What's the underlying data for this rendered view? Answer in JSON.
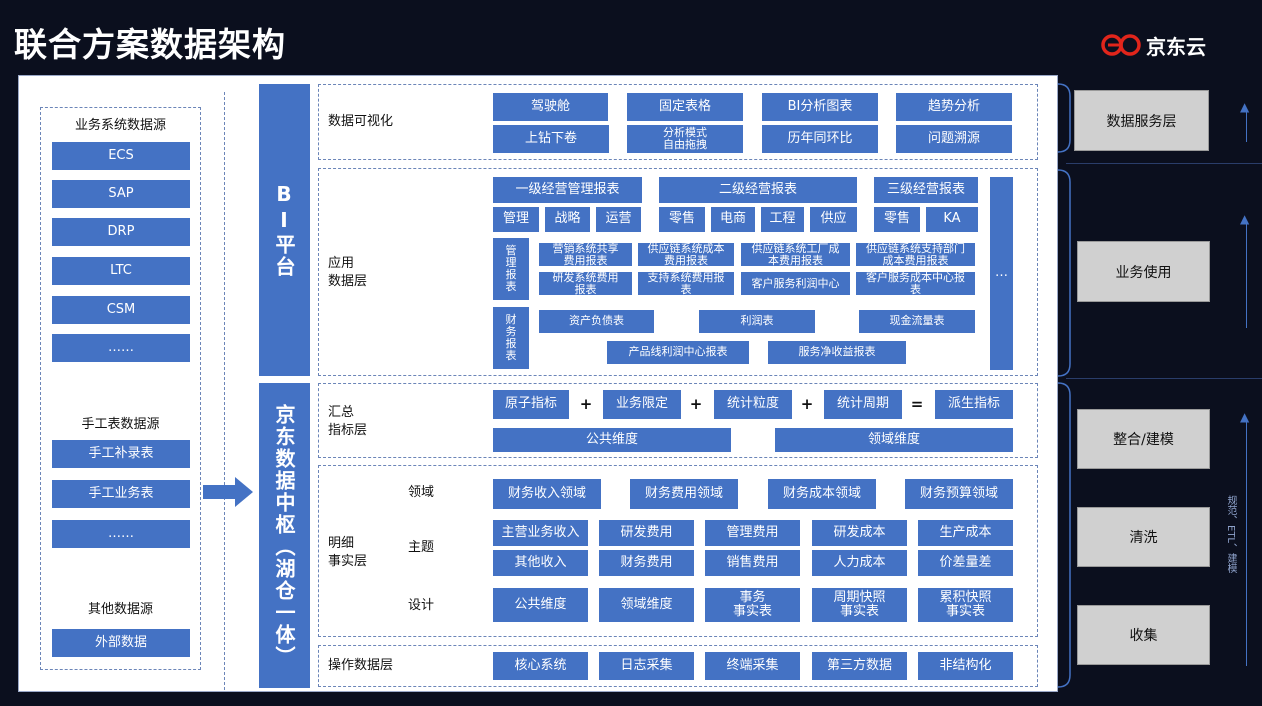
{
  "page": {
    "title": "联合方案数据架构",
    "logo_text": "京东云"
  },
  "sources": {
    "business": {
      "title": "业务系统数据源",
      "items": [
        "ECS",
        "SAP",
        "DRP",
        "LTC",
        "CSM",
        "……"
      ]
    },
    "manual": {
      "title": "手工表数据源",
      "items": [
        "手工补录表",
        "手工业务表",
        "……"
      ]
    },
    "other": {
      "title": "其他数据源",
      "items": [
        "外部数据"
      ]
    }
  },
  "platforms": {
    "bi": "BI平台",
    "hub": "京东数据中枢（湖仓一体）"
  },
  "layers": {
    "viz": {
      "label": "数据可视化",
      "items": [
        "驾驶舱",
        "固定表格",
        "BI分析图表",
        "趋势分析",
        "上钻下卷",
        "分析模式\n自由拖拽",
        "历年同环比",
        "问题溯源"
      ]
    },
    "app": {
      "label": "应用\n数据层",
      "headers": [
        "一级经营管理报表",
        "二级经营报表",
        "三级经营报表"
      ],
      "sub": [
        "管理",
        "战略",
        "运营",
        "零售",
        "电商",
        "工程",
        "供应",
        "零售",
        "KA"
      ],
      "more": "…",
      "mgmt_label": "管\n理\n报\n表",
      "mgmt_items": [
        "营销系统共享\n费用报表",
        "供应链系统成本\n费用报表",
        "供应链系统工厂成\n本费用报表",
        "供应链系统支持部门\n成本费用报表",
        "研发系统费用\n报表",
        "支持系统费用报\n表",
        "客户服务利润中心",
        "客户服务成本中心报\n表"
      ],
      "fin_label": "财\n务\n报\n表",
      "fin_items": [
        "资产负债表",
        "利润表",
        "现金流量表",
        "产品线利润中心报表",
        "服务净收益报表"
      ]
    },
    "summary": {
      "label": "汇总\n指标层",
      "formula": [
        "原子指标",
        "业务限定",
        "统计粒度",
        "统计周期",
        "派生指标"
      ],
      "ops": [
        "+",
        "+",
        "+",
        "="
      ],
      "dims": [
        "公共维度",
        "领域维度"
      ]
    },
    "detail": {
      "label": "明细\n事实层",
      "row_labels": [
        "领域",
        "主题",
        "设计"
      ],
      "domains": [
        "财务收入领域",
        "财务费用领域",
        "财务成本领域",
        "财务预算领域"
      ],
      "topics": [
        "主营业务收入",
        "研发费用",
        "管理费用",
        "研发成本",
        "生产成本",
        "其他收入",
        "财务费用",
        "销售费用",
        "人力成本",
        "价差量差"
      ],
      "design": [
        "公共维度",
        "领域维度",
        "事务\n事实表",
        "周期快照\n事实表",
        "累积快照\n事实表"
      ]
    },
    "ods": {
      "label": "操作数据层",
      "items": [
        "核心系统",
        "日志采集",
        "终端采集",
        "第三方数据",
        "非结构化"
      ]
    }
  },
  "right": {
    "items": [
      "数据服务层",
      "业务使用",
      "整合/建模",
      "清洗",
      "收集"
    ],
    "side_text": "规范、ETL、建模"
  },
  "colors": {
    "accent": "#4472c4",
    "background": "#0b0f1e",
    "panel": "#ffffff",
    "gray_box": "#d0d0d0"
  }
}
